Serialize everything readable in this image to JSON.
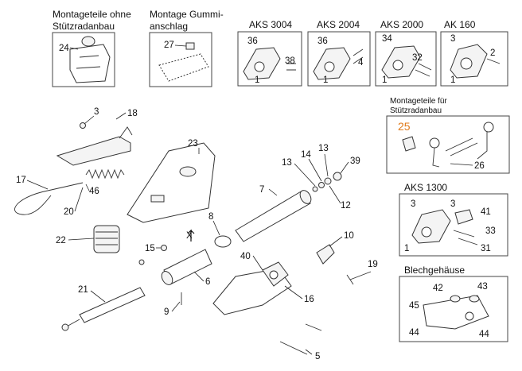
{
  "boxes": {
    "montage_stuetzrad": {
      "title_line1": "Montageteile ohne",
      "title_line2": "Stützradanbau",
      "part": "24"
    },
    "montage_gummi": {
      "title_line1": "Montage Gummi-",
      "title_line2": "anschlag",
      "part": "27"
    },
    "aks3004": {
      "title": "AKS 3004",
      "parts": [
        "36",
        "38",
        "1"
      ]
    },
    "aks2004": {
      "title": "AKS 2004",
      "parts": [
        "36",
        "4",
        "1"
      ]
    },
    "aks2000": {
      "title": "AKS 2000",
      "parts": [
        "34",
        "32",
        "1"
      ]
    },
    "ak160": {
      "title": "AK 160",
      "parts": [
        "3",
        "2",
        "1"
      ]
    },
    "montage_stuetzradanbau": {
      "title_line1": "Montageteile für",
      "title_line2": "Stützradanbau",
      "highlight_part": "25",
      "part": "26"
    },
    "aks1300": {
      "title": "AKS 1300",
      "parts": [
        "3",
        "3",
        "41",
        "33",
        "31",
        "1"
      ]
    },
    "blechgehaeuse": {
      "title": "Blechgehäuse",
      "parts": [
        "42",
        "43",
        "45",
        "44",
        "44"
      ]
    }
  },
  "main_labels": {
    "p3": "3",
    "p18": "18",
    "p17": "17",
    "p46": "46",
    "p20": "20",
    "p22": "22",
    "p23": "23",
    "p13a": "13",
    "p14": "14",
    "p13b": "13",
    "p39": "39",
    "p7": "7",
    "p12": "12",
    "p8": "8",
    "px": "X",
    "p15": "15",
    "p6": "6",
    "p40": "40",
    "p10": "10",
    "p19": "19",
    "p21": "21",
    "p9": "9",
    "p16": "16",
    "p5": "5"
  },
  "colors": {
    "highlight": "#e07a1a",
    "line": "#333333"
  }
}
